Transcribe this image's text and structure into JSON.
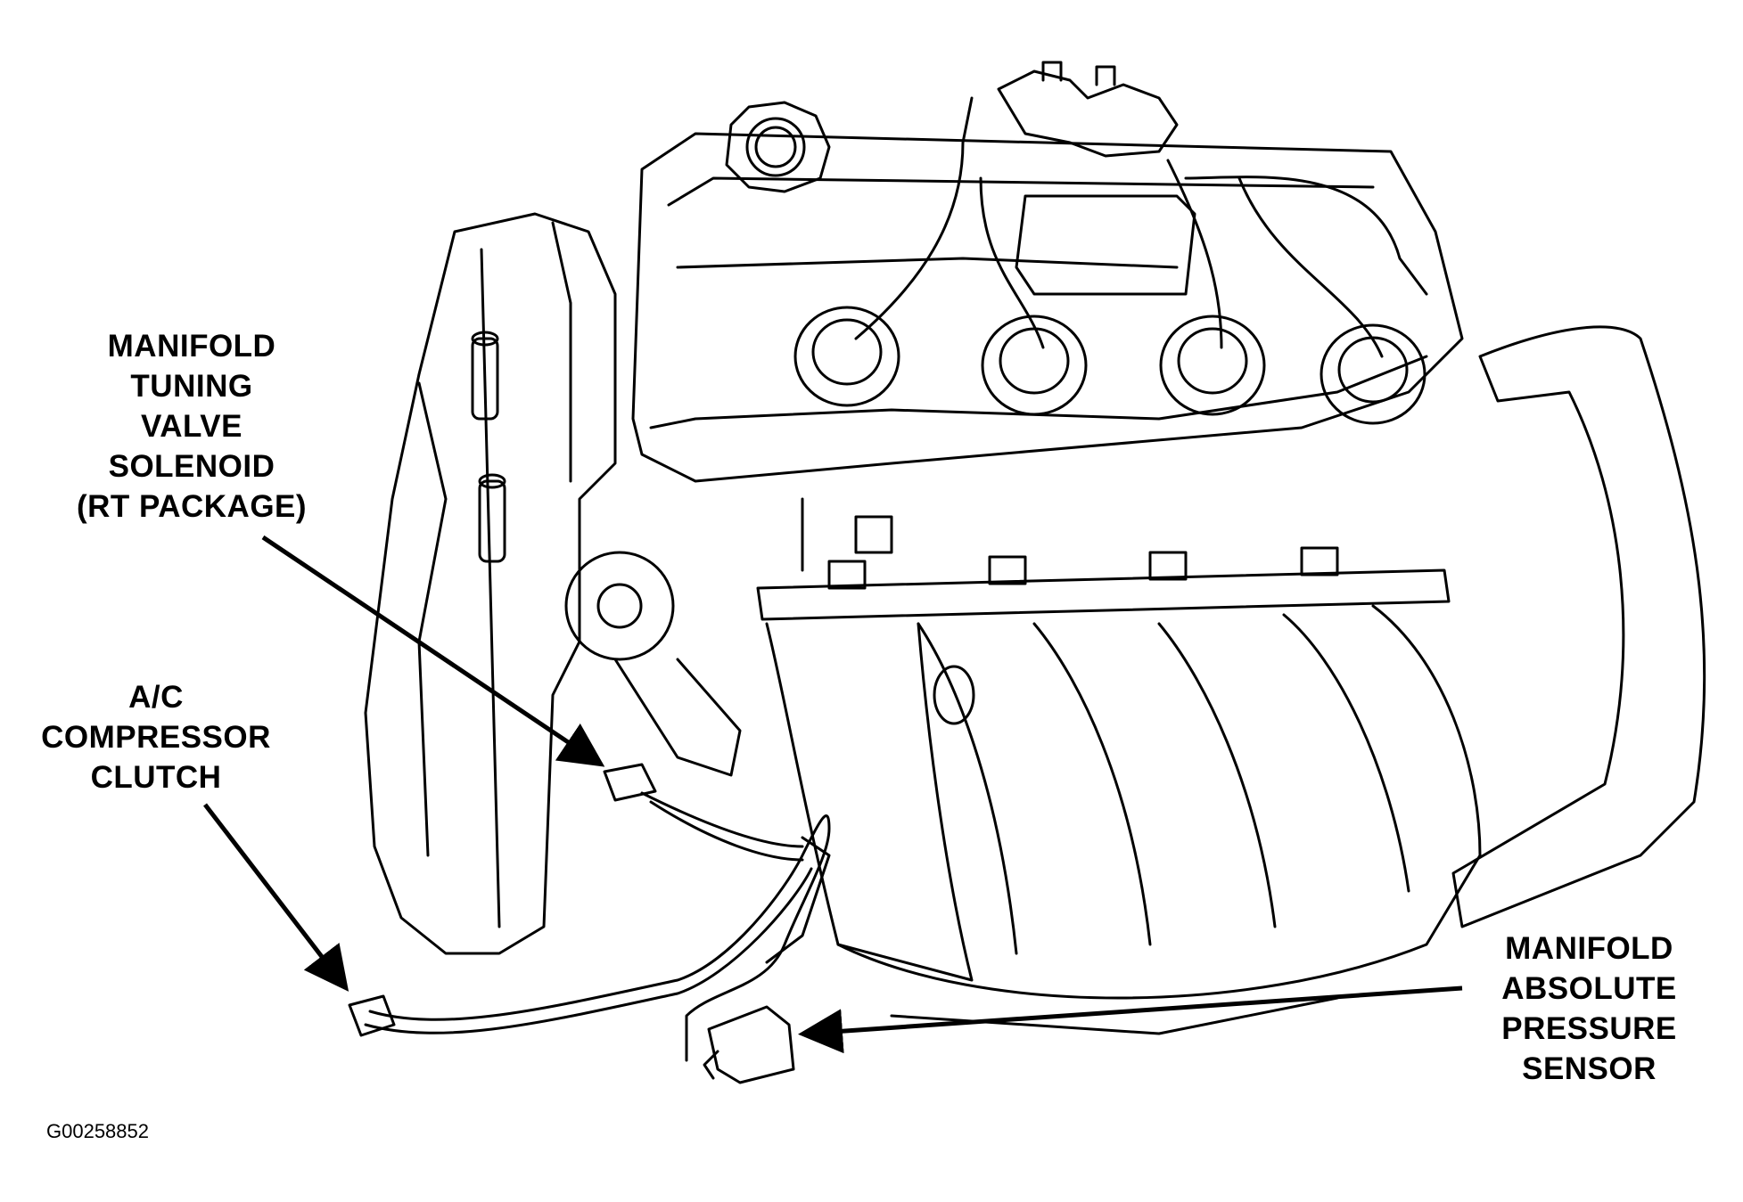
{
  "callouts": {
    "mtv": [
      "MANIFOLD",
      "TUNING",
      "VALVE",
      "SOLENOID",
      "(RT PACKAGE)"
    ],
    "ac": [
      "A/C",
      "COMPRESSOR",
      "CLUTCH"
    ],
    "map": [
      "MANIFOLD",
      "ABSOLUTE",
      "PRESSURE",
      "SENSOR"
    ]
  },
  "figure_id": "G00258852"
}
